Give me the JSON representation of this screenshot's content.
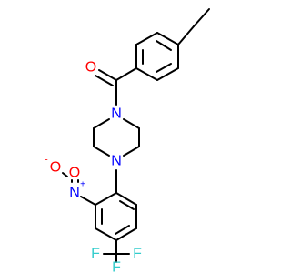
{
  "molecule": {
    "colors": {
      "bond": "#000000",
      "oxygen": "#ff0000",
      "nitrogen": "#0000ff",
      "fluorine": "#33cccc"
    },
    "atoms": {
      "carbonyl_oxygen": {
        "symbol": "O",
        "element": "oxygen"
      },
      "piperazine_n_top": {
        "symbol": "N",
        "element": "nitrogen"
      },
      "piperazine_n_bottom": {
        "symbol": "N",
        "element": "nitrogen"
      },
      "nitro_n": {
        "symbol": "N",
        "charge": "+",
        "element": "nitrogen"
      },
      "nitro_o_minus": {
        "symbol": "O",
        "charge": "-",
        "element": "oxygen"
      },
      "nitro_o_double": {
        "symbol": "O",
        "element": "oxygen"
      },
      "fluorine_1": {
        "symbol": "F",
        "element": "fluorine"
      },
      "fluorine_2": {
        "symbol": "F",
        "element": "fluorine"
      },
      "fluorine_3": {
        "symbol": "F",
        "element": "fluorine"
      }
    }
  }
}
